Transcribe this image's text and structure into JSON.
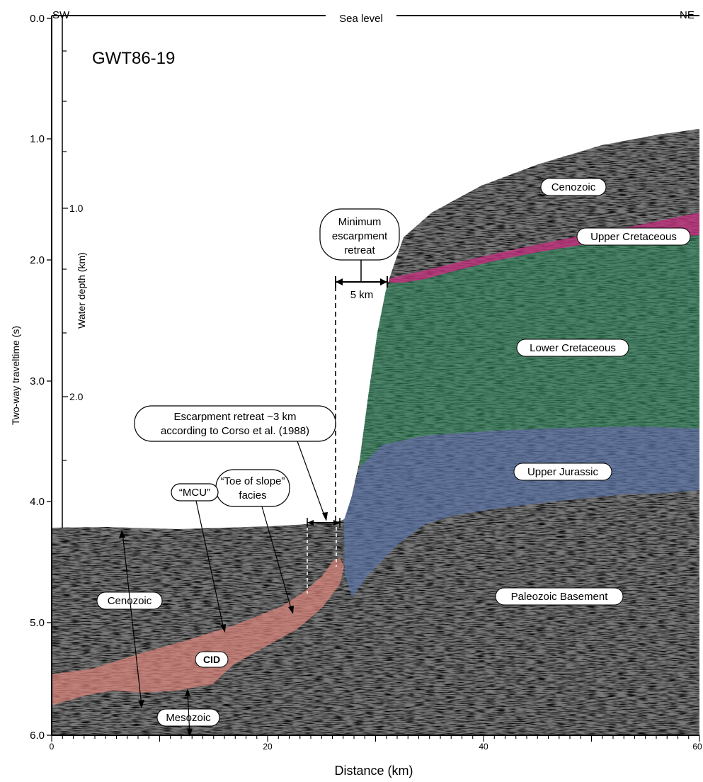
{
  "profile_id": "GWT86-19",
  "directions": {
    "left": "SW",
    "right": "NE"
  },
  "sea_level_label": "Sea level",
  "axes": {
    "left": {
      "label": "Two-way traveltime (s)",
      "ticks": [
        "0.0",
        "1.0",
        "2.0",
        "3.0",
        "4.0",
        "5.0",
        "6.0"
      ]
    },
    "inner": {
      "label": "Water depth (km)",
      "ticks": [
        "1.0",
        "2.0"
      ]
    },
    "bottom": {
      "label": "Distance (km)",
      "ticks": [
        "0",
        "20",
        "40",
        "60"
      ]
    }
  },
  "units": {
    "cenozoic_upper": "Cenozoic",
    "upper_cretaceous": "Upper Cretaceous",
    "lower_cretaceous": "Lower Cretaceous",
    "upper_jurassic": "Upper Jurassic",
    "paleozoic_basement": "Paleozoic Basement",
    "cenozoic_lower": "Cenozoic",
    "cid": "CID",
    "mesozoic": "Mesozoic"
  },
  "annotations": {
    "min_retreat": [
      "Minimum",
      "escarpment",
      "retreat"
    ],
    "min_retreat_distance": "5 km",
    "corso_retreat": [
      "Escarpment retreat ~3 km",
      "according to Corso et al. (1988)"
    ],
    "toe_of_slope": [
      "“Toe of slope”",
      "facies"
    ],
    "mcu": "“MCU”"
  },
  "colors": {
    "upper_cretaceous": "#c2307d",
    "lower_cretaceous": "#2f8a5e",
    "upper_jurassic": "#5a73a6",
    "cid": "#d9847a",
    "seismic": "#6e6e6e"
  }
}
